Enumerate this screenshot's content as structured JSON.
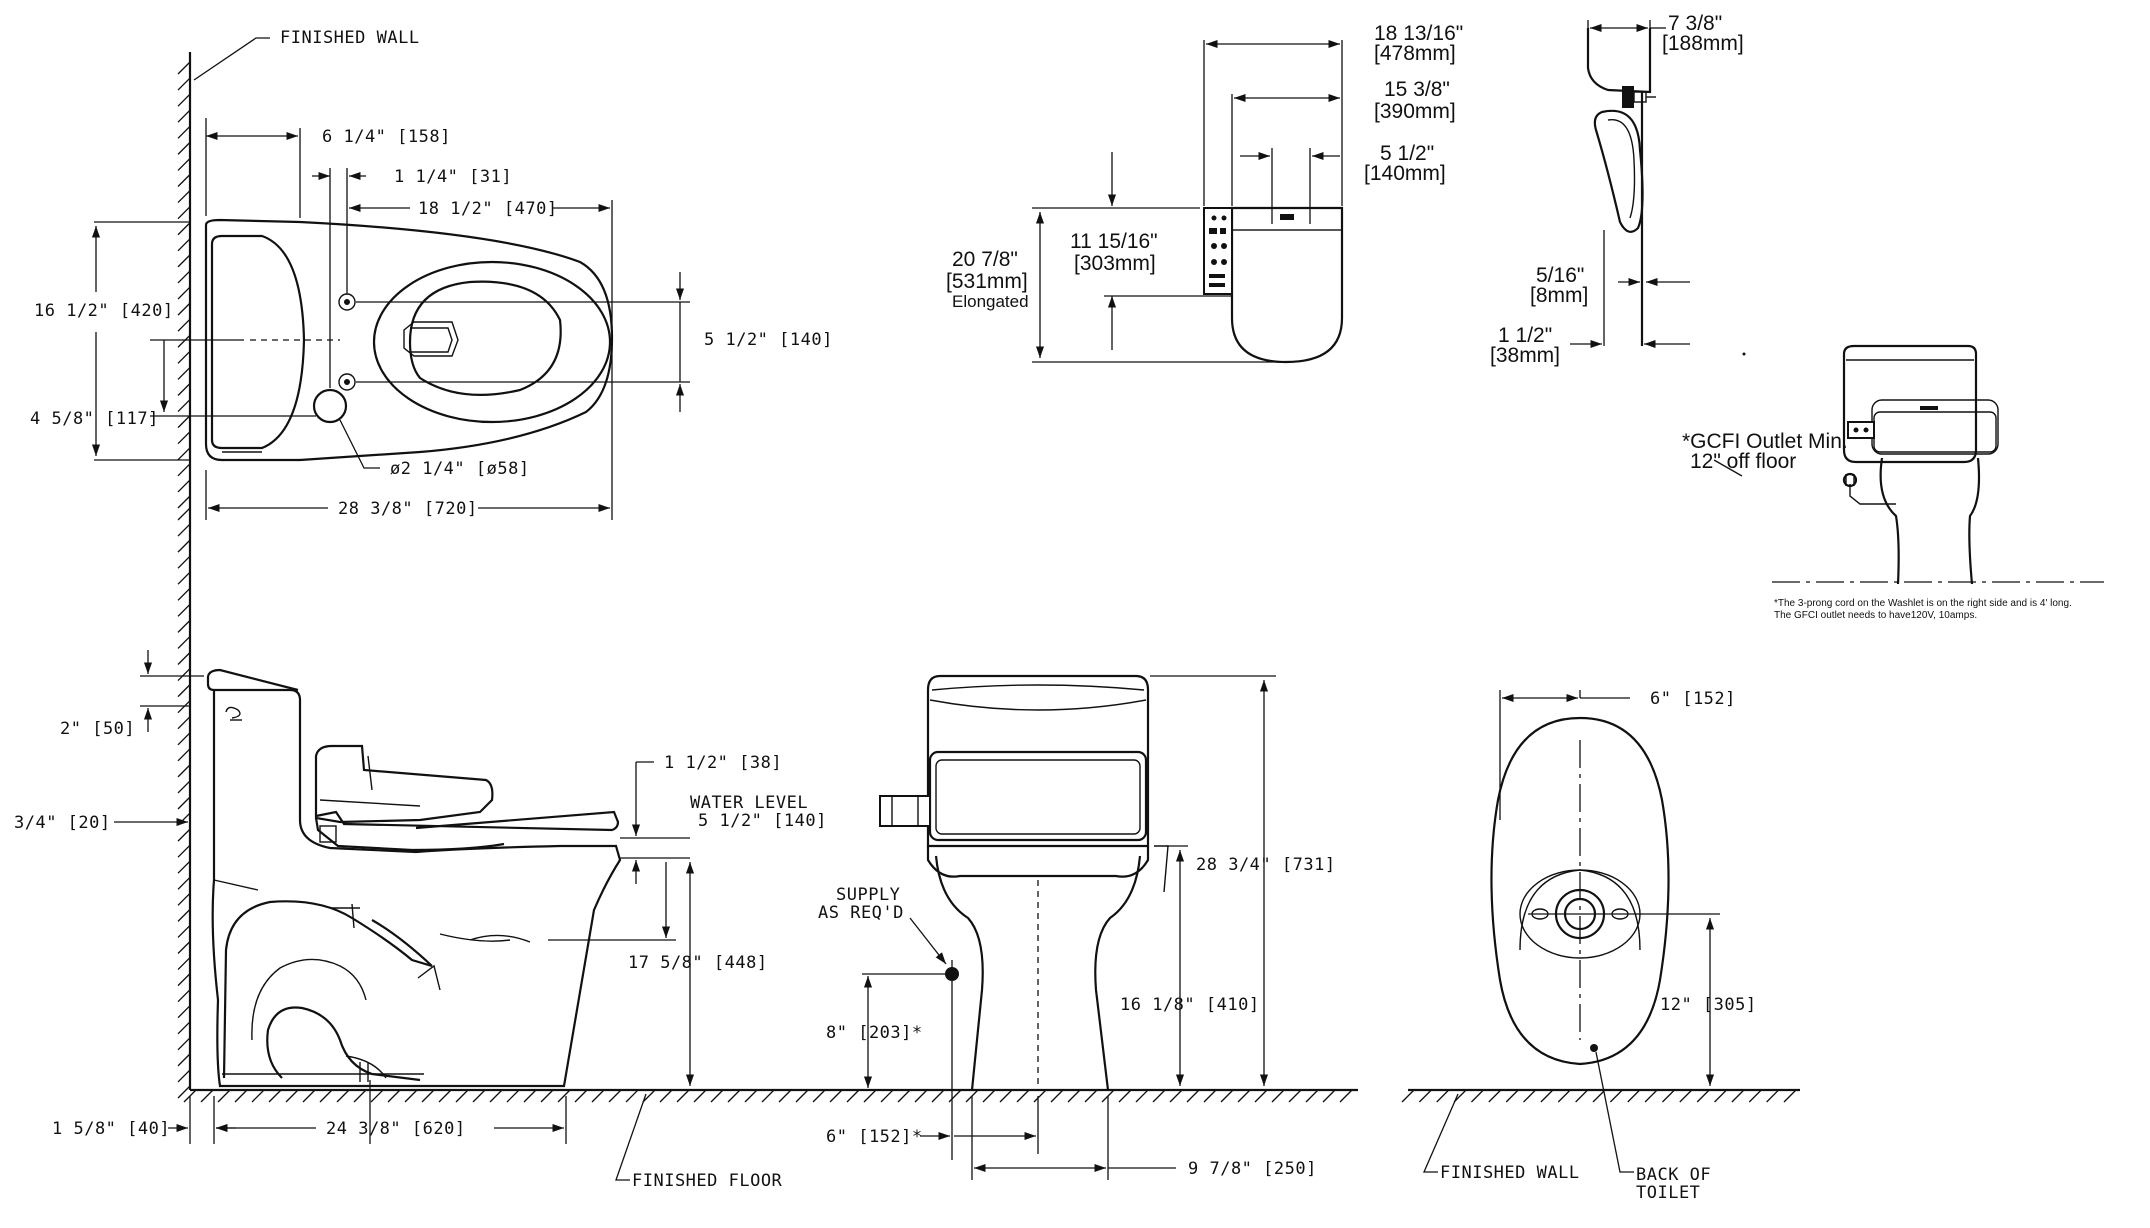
{
  "colors": {
    "ink": "#111111",
    "paper": "#ffffff"
  },
  "top_view": {
    "finished_wall": "FINISHED WALL",
    "dim_6_1_4": "6 1/4\" [158]",
    "dim_1_1_4": "1 1/4\" [31]",
    "dim_18_1_2": "18 1/2\" [470]",
    "dim_16_1_2": "16 1/2\" [420]",
    "dim_5_1_2": "5 1/2\" [140]",
    "dim_4_5_8": "4 5/8\" [117]",
    "dim_dia": "ø2 1/4\" [ø58]",
    "dim_28_3_8": "28 3/8\" [720]"
  },
  "seat_top": {
    "dim_18_13_16": "18 13/16\"",
    "dim_18_13_16_mm": "[478mm]",
    "dim_15_3_8": "15 3/8\"",
    "dim_15_3_8_mm": "[390mm]",
    "dim_5_1_2": "5 1/2\"",
    "dim_5_1_2_mm": "[140mm]",
    "dim_20_7_8": "20 7/8\"",
    "dim_20_7_8_mm": "[531mm]",
    "elongated": "Elongated",
    "dim_11_15_16": "11 15/16\"",
    "dim_11_15_16_mm": "[303mm]"
  },
  "seat_side": {
    "dim_7_3_8": "7 3/8\"",
    "dim_7_3_8_mm": "[188mm]",
    "dim_5_16": "5/16\"",
    "dim_5_16_mm": "[8mm]",
    "dim_1_1_2": "1 1/2\"",
    "dim_1_1_2_mm": "[38mm]"
  },
  "gfci": {
    "label_1": "*GCFI Outlet Min.",
    "label_2": "12\" off floor",
    "note_1": "*The 3-prong cord on the Washlet is on the right side and is 4' long.",
    "note_2": "The GFCI outlet needs to have120V, 10amps."
  },
  "side_view": {
    "dim_2": "2\" [50]",
    "dim_3_4": "3/4\" [20]",
    "dim_1_1_2": "1 1/2\" [38]",
    "water_level": "WATER LEVEL",
    "water_level_dim": "5 1/2\" [140]",
    "dim_17_5_8": "17 5/8\" [448]",
    "dim_1_5_8": "1 5/8\" [40]",
    "dim_24_3_8": "24 3/8\" [620]",
    "finished_floor": "FINISHED FLOOR"
  },
  "front_view": {
    "supply": "SUPPLY",
    "as_req": "AS REQ'D",
    "dim_28_3_4": "28 3/4\" [731]",
    "dim_16_1_8": "16 1/8\" [410]",
    "dim_8": "8\" [203]*",
    "dim_6": "6\" [152]*",
    "dim_9_7_8": "9 7/8\" [250]"
  },
  "bottom_view": {
    "dim_6": "6\" [152]",
    "dim_12": "12\" [305]",
    "finished_wall": "FINISHED WALL",
    "back_of": "BACK OF",
    "toilet": "TOILET"
  }
}
